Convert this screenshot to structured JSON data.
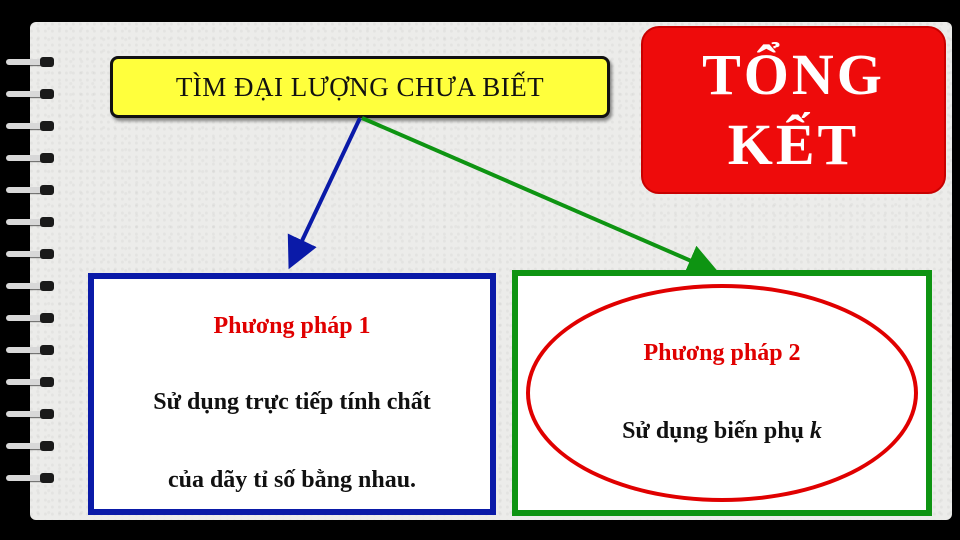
{
  "header": {
    "find_label": "TÌM ĐẠI LƯỢNG CHƯA BIẾT"
  },
  "summary": {
    "line1": "TỔNG",
    "line2": "KẾT"
  },
  "method1": {
    "title": "Phương pháp 1",
    "line1": "Sử dụng trực tiếp tính chất",
    "line2": "của dãy tỉ số bằng nhau."
  },
  "method2": {
    "title": "Phương pháp 2",
    "line1_prefix": "Sử dụng biến phụ",
    "line1_var": "k"
  },
  "colors": {
    "find_bg": "#ffff3c",
    "summary_bg": "#ee0b0b",
    "method1_border": "#0a1aa8",
    "method2_border": "#0e9412",
    "arrow_blue": "#0a1aa8",
    "arrow_green": "#0e9412",
    "title_red": "#e00000"
  }
}
